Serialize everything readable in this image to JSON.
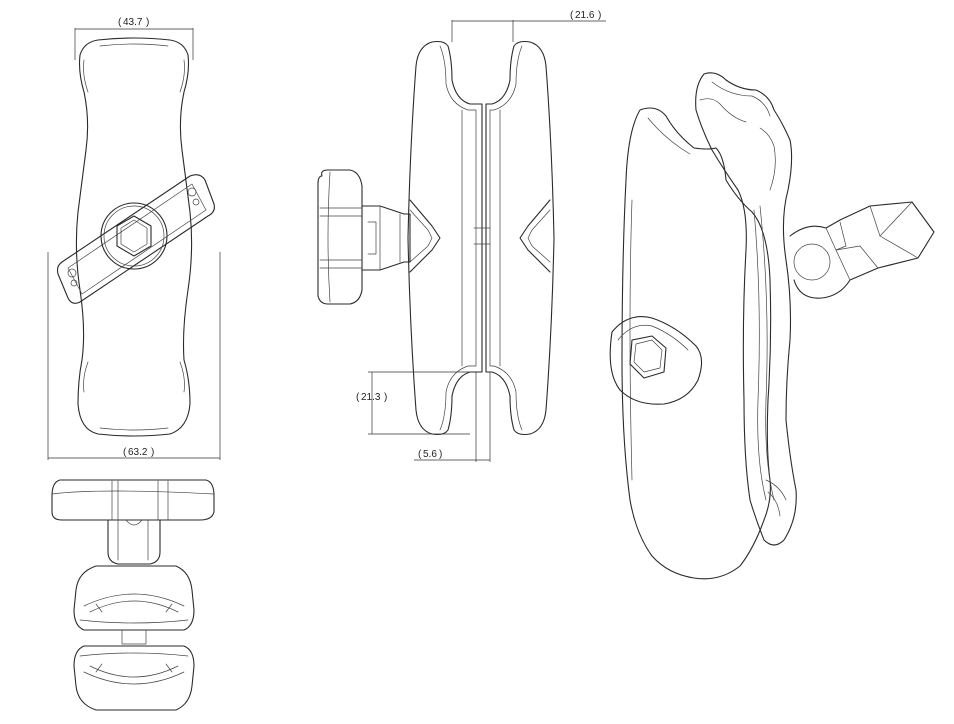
{
  "dimensions": {
    "top_width": "43.7",
    "overall_width": "63.2",
    "side_width": "21.6",
    "socket_height": "21.3",
    "groove_width": "5.6"
  }
}
